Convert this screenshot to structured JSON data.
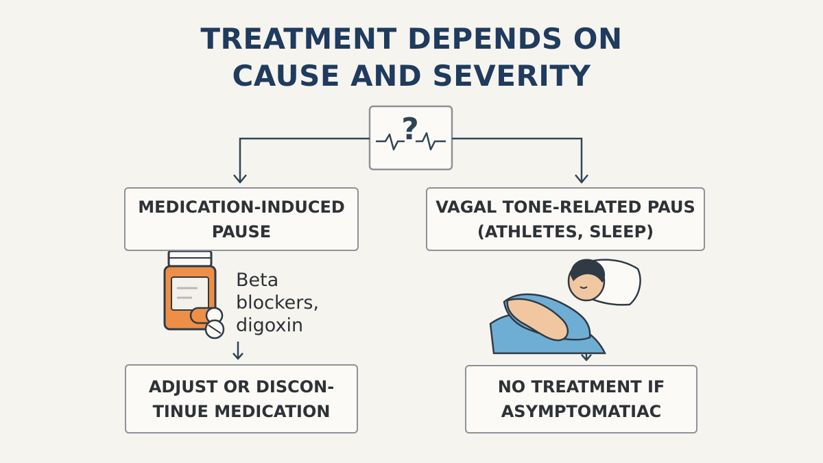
{
  "title": {
    "line1": "TREATMENT DEPENDS ON",
    "line2": "CAUSE AND SEVERITY"
  },
  "root": {
    "icon": "question-ecg-icon",
    "symbol": "?"
  },
  "left_branch": {
    "cause": {
      "line1": "MEDICATION-INDUCED",
      "line2": "PAUSE"
    },
    "icon": "medicine-bottle-icon",
    "note": {
      "line1": "Beta",
      "line2": "blockers,",
      "line3": "digoxin"
    },
    "treatment": {
      "line1": "ADJUST OR DISCON-",
      "line2": "TINUE MEDICATION"
    }
  },
  "right_branch": {
    "cause": {
      "line1": "VAGAL TONE-RELATED PAUS",
      "line2": "(ATHLETES, SLEEP)"
    },
    "icon": "sleeping-person-icon",
    "treatment": {
      "line1": "NO TREATMENT IF",
      "line2": "ASYMPTOMATIAC"
    }
  },
  "colors": {
    "title": "#1f3b5e",
    "connector": "#2f4456",
    "box_border": "#8e9196",
    "bottle": "#ee8f47",
    "shirt": "#6faed4"
  }
}
